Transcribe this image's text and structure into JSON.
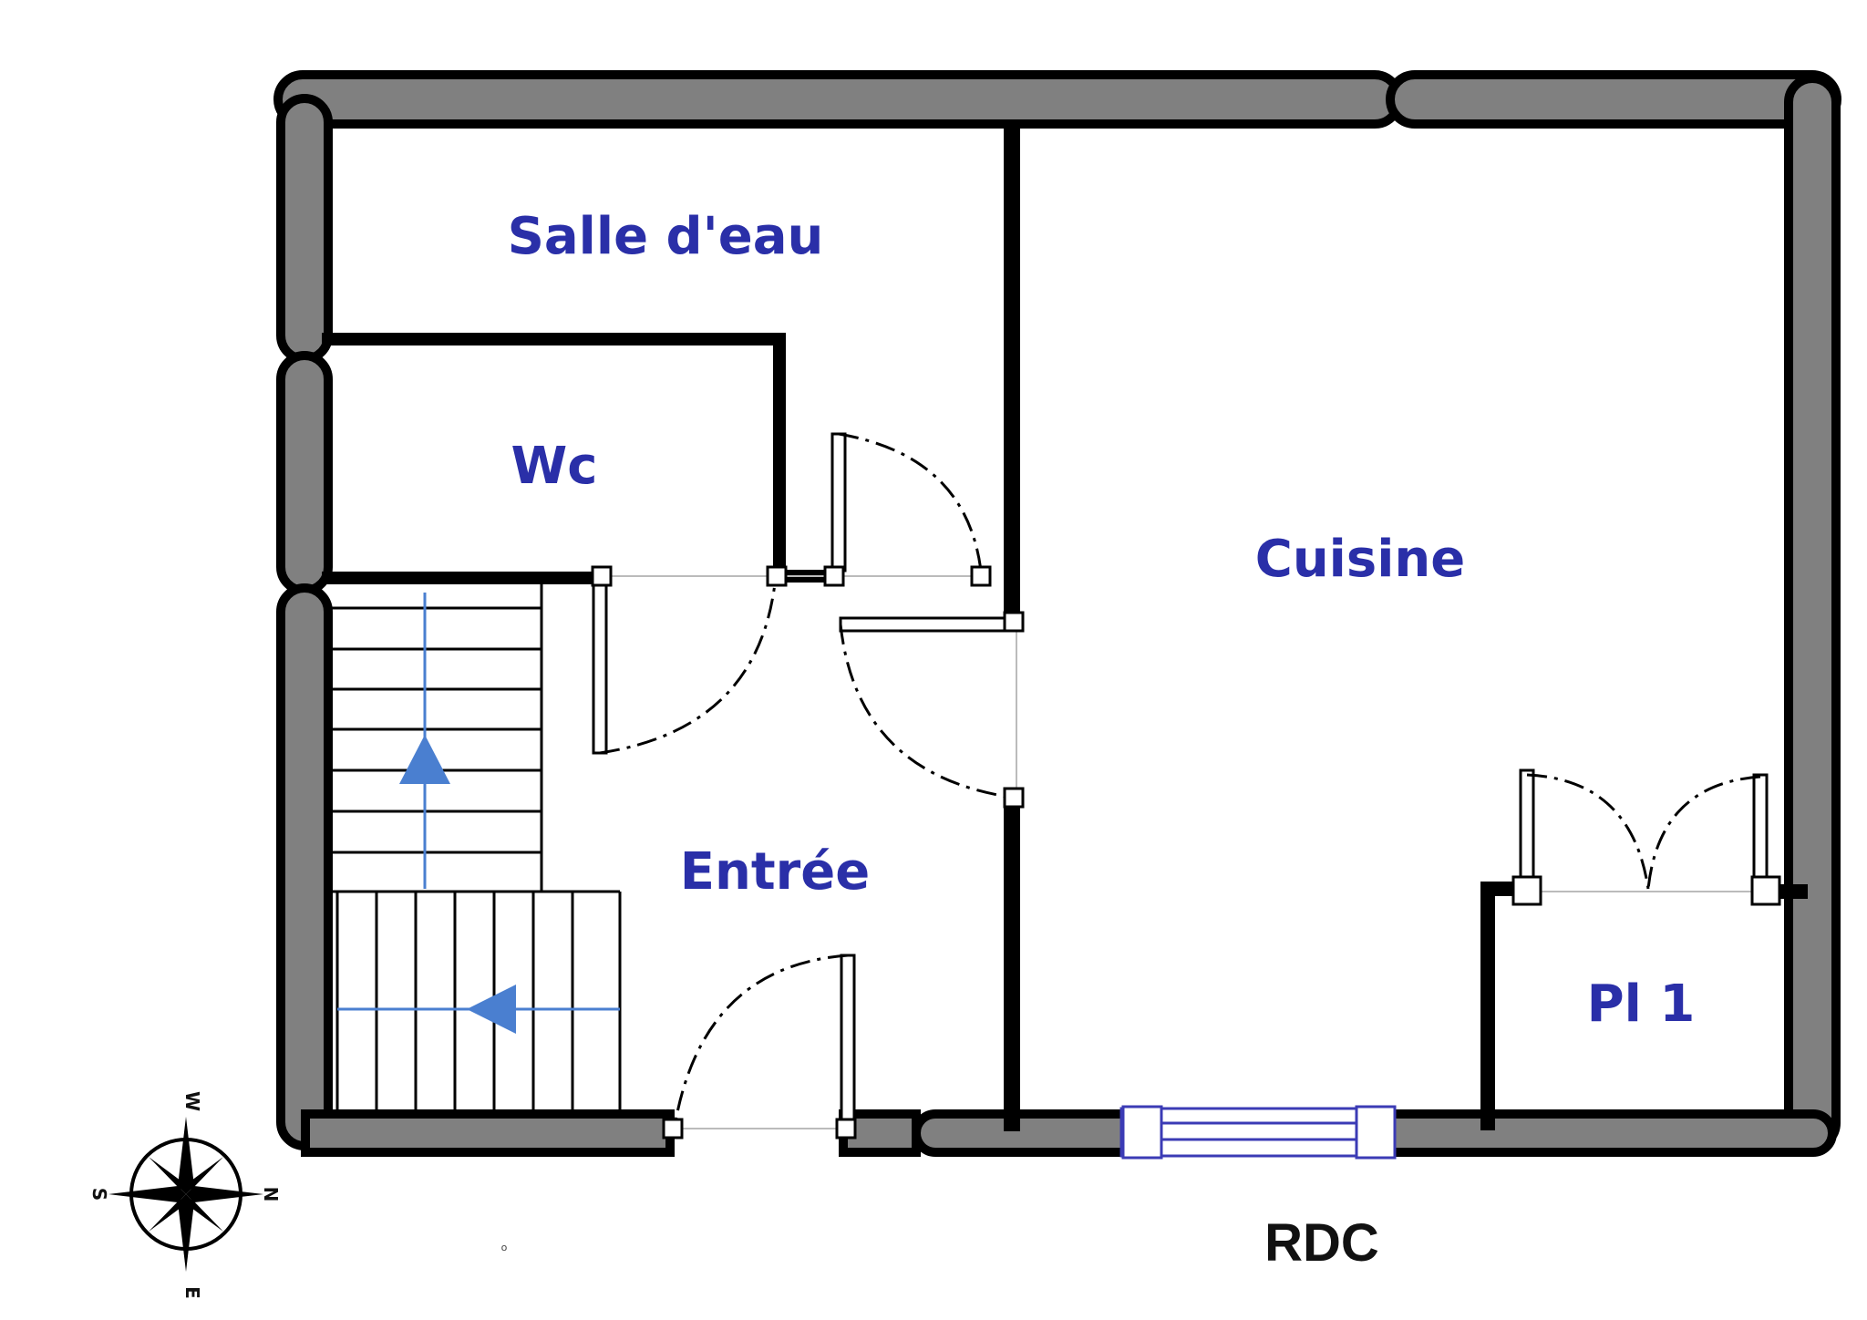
{
  "plan": {
    "title": "RDC",
    "rooms": {
      "salle_deau": "Salle d'eau",
      "wc": "Wc",
      "cuisine": "Cuisine",
      "entree": "Entrée",
      "placard": "Pl 1"
    },
    "compass": {
      "north": "N",
      "south": "S",
      "east": "E",
      "west": "W"
    },
    "small_mark": "o"
  },
  "colors": {
    "wall_fill": "#808080",
    "wall_outline": "#000000",
    "room_label": "#2a2fa8",
    "stair_arrow": "#4a7fd0"
  }
}
